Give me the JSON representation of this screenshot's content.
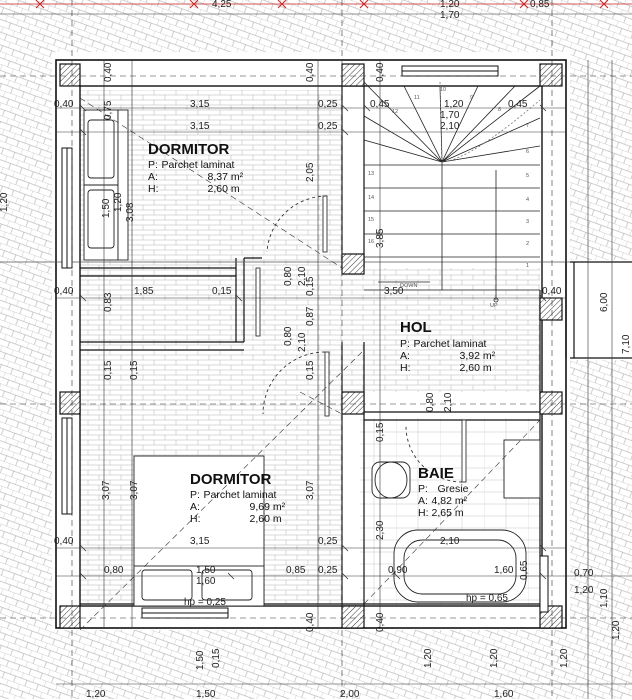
{
  "rooms": {
    "dormitor_top": {
      "name": "DORMITOR",
      "floor_label": "P:",
      "floor_value": "Parchet laminat",
      "area_label": "A:",
      "area_value": "8,37 m²",
      "height_label": "H:",
      "height_value": "2,60 m"
    },
    "dormitor_bottom": {
      "name": "DORMITOR",
      "floor_label": "P:",
      "floor_value": "Parchet laminat",
      "area_label": "A:",
      "area_value": "9,69 m²",
      "height_label": "H:",
      "height_value": "2,60 m"
    },
    "hol": {
      "name": "HOL",
      "floor_label": "P:",
      "floor_value": "Parchet laminat",
      "area_label": "A:",
      "area_value": "3,92 m²",
      "height_label": "H:",
      "height_value": "2,60 m"
    },
    "baie": {
      "name": "BAIE",
      "floor_label": "P:",
      "floor_value": "Gresie",
      "area_label": "A:",
      "area_value": "4,82 m²",
      "height_label": "H:",
      "height_value": "2,65 m"
    }
  },
  "dimensions": {
    "h": [
      "4,25",
      "1,20",
      "1,70",
      "0,85",
      "0,40",
      "3,15",
      "0,25",
      "0,45",
      "1,20",
      "0,45",
      "3,15",
      "0,25",
      "1,70",
      "2,10",
      "0,40",
      "1,85",
      "0,15",
      "3,50",
      "0,40",
      "0,40",
      "3,15",
      "0,25",
      "2,10",
      "0,80",
      "1,50",
      "0,85",
      "0,25",
      "0,90",
      "1,60",
      "0,70",
      "1,60",
      "hp = 0,25",
      "hp = 0,65",
      "1,20",
      "1,20",
      "1,50",
      "2,00",
      "1,60"
    ],
    "v": [
      "0,40",
      "0,40",
      "0,40",
      "0,75",
      "1,50",
      "1,20",
      "3,08",
      "2,05",
      "3,85",
      "0,80",
      "2,10",
      "0,15",
      "0,83",
      "0,80",
      "2,10",
      "0,87",
      "0,15",
      "0,15",
      "0,15",
      "0,80",
      "2,10",
      "0,15",
      "3,07",
      "3,07",
      "3,07",
      "2,30",
      "0,40",
      "0,40",
      "0,65",
      "1,50",
      "0,15",
      "1,20",
      "1,20",
      "1,20",
      "1,20",
      "6,00",
      "7,10",
      "1,10",
      "1,20"
    ]
  },
  "stairs": {
    "numbers": [
      "10",
      "11",
      "12",
      "13",
      "14",
      "15",
      "16",
      "9",
      "8",
      "7",
      "6",
      "5",
      "4",
      "3",
      "2",
      "1"
    ],
    "up_label": "UP",
    "down_label": "DOWN"
  }
}
